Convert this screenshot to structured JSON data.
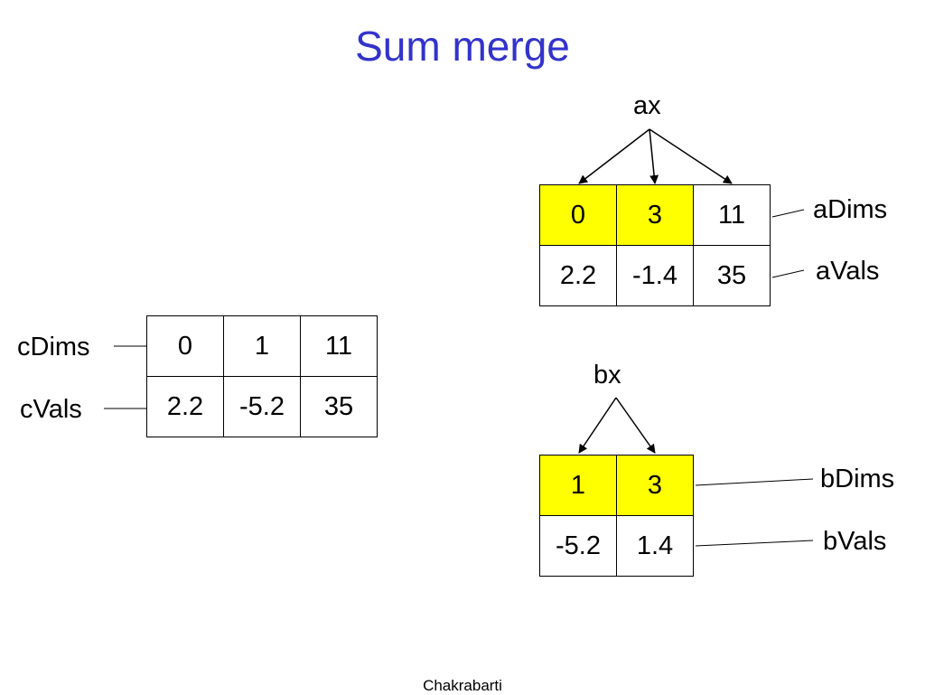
{
  "title": "Sum merge",
  "colors": {
    "title": "#3333cc",
    "highlight": "#ffff00",
    "line": "#000000"
  },
  "a": {
    "pointer_label": "ax",
    "dims_label": "aDims",
    "vals_label": "aVals",
    "dims": [
      "0",
      "3",
      "11"
    ],
    "vals": [
      "2.2",
      "-1.4",
      "35"
    ],
    "highlighted_dims": [
      0,
      1
    ]
  },
  "b": {
    "pointer_label": "bx",
    "dims_label": "bDims",
    "vals_label": "bVals",
    "dims": [
      "1",
      "3"
    ],
    "vals": [
      "-5.2",
      "1.4"
    ],
    "highlighted_dims": [
      0,
      1
    ]
  },
  "c": {
    "dims_label": "cDims",
    "vals_label": "cVals",
    "dims": [
      "0",
      "1",
      "11"
    ],
    "vals": [
      "2.2",
      "-5.2",
      "35"
    ]
  },
  "footer": "Chakrabarti"
}
